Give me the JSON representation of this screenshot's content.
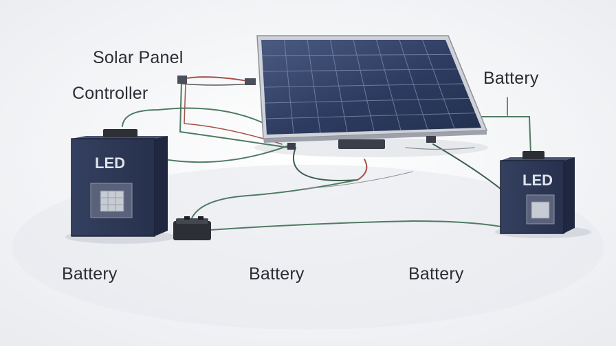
{
  "labels": {
    "solar_panel": "Solar Panel",
    "controller": "Controller",
    "battery_top_right": "Battery",
    "battery_bottom_left": "Battery",
    "battery_bottom_center": "Battery",
    "battery_bottom_right": "Battery"
  },
  "devices": {
    "left_box_text": "LED",
    "right_box_text": "LED"
  },
  "colors": {
    "background": "#f4f5f7",
    "panel_cell": "#2e3d63",
    "panel_frame": "#c9ccd3",
    "box_body": "#2b3657",
    "wire_green": "#4f7a63",
    "wire_red": "#a6504a"
  }
}
